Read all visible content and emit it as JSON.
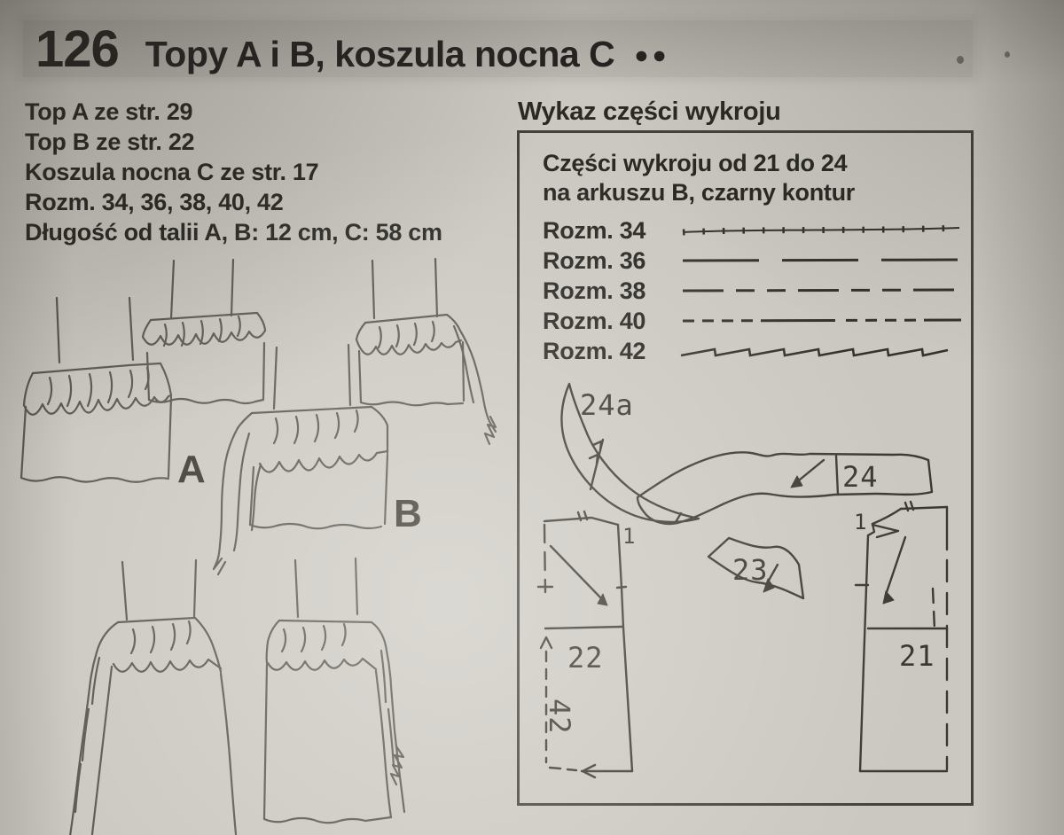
{
  "header": {
    "number": "126",
    "title": "Topy A i B, koszula nocna C",
    "dots": "●●"
  },
  "info_lines": [
    "Top A ze str. 29",
    "Top B ze str. 22",
    "Koszula nocna C ze str. 17",
    "Rozm. 34, 36, 38, 40, 42",
    "Długość od talii A, B: 12 cm, C: 58 cm"
  ],
  "cutting": {
    "heading": "Wykaz części wykroju",
    "note_line1": "Części wykroju od 21 do 24",
    "note_line2": "na arkuszu B, czarny kontur",
    "sizes": [
      {
        "label": "Rozm. 34",
        "line_style": "solid-with-ticks"
      },
      {
        "label": "Rozm. 36",
        "line_style": "long-dash"
      },
      {
        "label": "Rozm. 38",
        "line_style": "long-short-short-dash"
      },
      {
        "label": "Rozm. 40",
        "line_style": "short-dashes-with-long"
      },
      {
        "label": "Rozm. 42",
        "line_style": "sawtooth"
      }
    ],
    "pieces": [
      {
        "label": "24a"
      },
      {
        "label": "24"
      },
      {
        "label": "23"
      },
      {
        "label": "22"
      },
      {
        "label": "21"
      }
    ],
    "marks": {
      "notch_1_piece22": "1",
      "notch_1_piece21": "1",
      "size_42_extension": "42"
    }
  },
  "garments": {
    "label_a": "A",
    "label_b": "B"
  },
  "colors": {
    "paper": "#cbc8c1",
    "ink": "#2b2924",
    "drawing_line": "#5b564e",
    "piece_line": "#3d3931"
  }
}
